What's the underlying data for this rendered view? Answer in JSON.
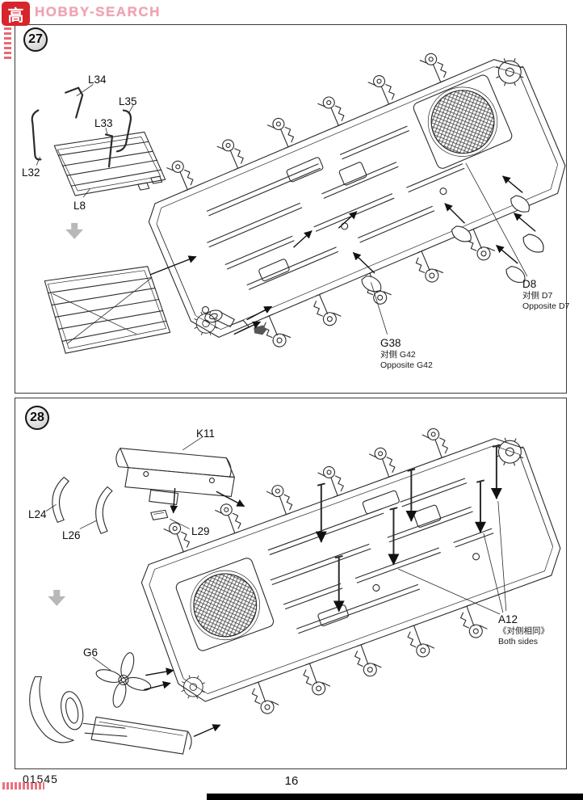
{
  "watermark": {
    "logo_char": "高",
    "brand": "HOBBY-SEARCH"
  },
  "footer": {
    "kit_number": "01545",
    "page_number": "16"
  },
  "step27": {
    "number": "27",
    "l34": "L34",
    "l35": "L35",
    "l33": "L33",
    "l32": "L32",
    "l8": "L8",
    "g38": "G38",
    "g38_alt_cn": "对侧 G42",
    "g38_alt_en": "Opposite G42",
    "d8": "D8",
    "d8_alt_cn": "对侧 D7",
    "d8_alt_en": "Opposite D7"
  },
  "step28": {
    "number": "28",
    "k11": "K11",
    "l24": "L24",
    "l26": "L26",
    "l29": "L29",
    "g6": "G6",
    "a12": "A12",
    "a12_alt_cn": "《对侧相同》",
    "a12_alt_en": "Both sides"
  }
}
